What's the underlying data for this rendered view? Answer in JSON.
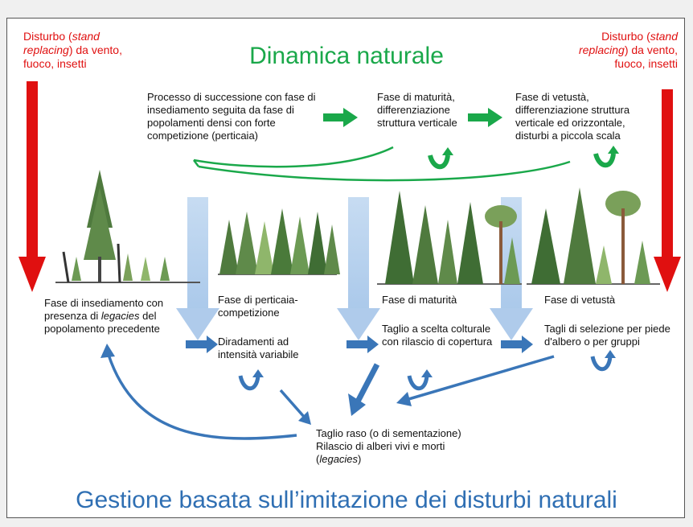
{
  "title": "Dinamica naturale",
  "bottom_title": "Gestione basata sull’imitazione dei disturbi naturali",
  "disturbance_left": {
    "line1": "Disturbo (",
    "italic": "stand replacing",
    "line_rest": ") da vento, fuoco, insetti"
  },
  "disturbance_right": {
    "line1": "Disturbo (",
    "italic": "stand replacing",
    "line_rest": ") da vento, fuoco, insetti"
  },
  "natural": {
    "phase1": "Processo di successione con fase di insediamento seguita da fase di popolamenti densi con forte competizione (perticaia)",
    "phase2": "Fase di maturità, differenziazione struttura verticale",
    "phase3": "Fase di vetustà, differenziazione struttura verticale ed orizzontale, disturbi a piccola scala"
  },
  "stages": {
    "s1_pre": "Fase di insediamento con presenza di ",
    "s1_italic": "legacies",
    "s1_post": " del popolamento precedente",
    "s2": "Fase di perticaia-competizione",
    "s3": "Fase di maturità",
    "s4": "Fase di vetustà"
  },
  "treatments": {
    "t2": "Diradamenti ad intensità variabile",
    "t3": "Taglio a scelta colturale con rilascio di copertura",
    "t4": "Tagli di selezione per piede d'albero o per gruppi",
    "clearcut_l1": "Taglio raso (o di sementazione)",
    "clearcut_l2": "Rilascio di alberi vivi e morti",
    "clearcut_italic": "legacies"
  },
  "colors": {
    "red": "#e01010",
    "green": "#1aa84a",
    "blue": "#3a76b8",
    "lightblue": "#b9d3ee"
  }
}
